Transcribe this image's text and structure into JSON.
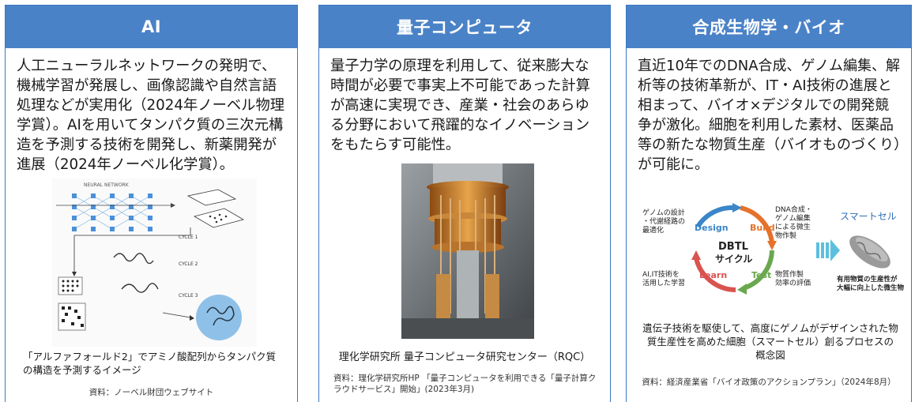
{
  "panels": [
    {
      "title": "AI",
      "body": "人工ニューラルネットワークの発明で、機械学習が発展し、画像認識や自然言語処理などが実用化（2024年ノーベル物理学賞）。AIを用いてタンパク質の三次元構造を予測する技術を開発し、新薬開発が進展（2024年ノーベル化学賞）。",
      "figure": {
        "labels": [
          "NEURAL NETWORK",
          "CYCLE 1",
          "CYCLE 2",
          "CYCLE 3"
        ]
      },
      "caption": "「アルファフォールド2」でアミノ酸配列からタンパク質の構造を予測するイメージ",
      "source": "資料：ノーベル財団ウェブサイト"
    },
    {
      "title": "量子コンピュータ",
      "body": "量子力学の原理を利用して、従来膨大な時間が必要で事実上不可能であった計算が高速に実現でき、産業・社会のあらゆる分野において飛躍的なイノベーションをもたらす可能性。",
      "caption": "理化学研究所 量子コンピュータ研究センター（RQC）",
      "source": "資料：理化学研究所HP 「量子コンピュータを利用できる「量子計算クラウドサービス」開始」(2023年3月)"
    },
    {
      "title": "合成生物学・バイオ",
      "body": "直近10年でのDNA合成、ゲノム編集、解析等の技術革新が、IT・AI技術の進展と相まって、バイオ×デジタルでの開発競争が激化。細胞を利用した素材、医薬品等の新たな物質生産（バイオものづくり）が可能に。",
      "diagram": {
        "center_line1": "DBTL",
        "center_line2": "サイクル",
        "design": "Design",
        "build": "Build",
        "test": "Test",
        "learn": "Learn",
        "note_design_1": "ゲノムの設計",
        "note_design_2": "・代謝経路の",
        "note_design_3": "最適化",
        "note_build_1": "DNA合成・",
        "note_build_2": "ゲノム編集",
        "note_build_3": "による微生",
        "note_build_4": "物作製",
        "note_test_1": "物質作製",
        "note_test_2": "効率の評価",
        "note_learn_1": "AI,IT技術を",
        "note_learn_2": "活用した学習",
        "smart_cell": "スマートセル",
        "smart_note_1": "有用物質の生産性が",
        "smart_note_2": "大幅に向上した微生物",
        "colors": {
          "design": "#3a86c8",
          "build": "#e5712b",
          "test": "#6aa84f",
          "learn": "#d9534f"
        }
      },
      "caption": "遺伝子技術を駆使して、高度にゲノムがデザインされた物質生産性を高めた細胞（スマートセル）創るプロセスの概念図",
      "source": "資料：経済産業省「バイオ政策のアクションプラン」（2024年8月）"
    }
  ]
}
